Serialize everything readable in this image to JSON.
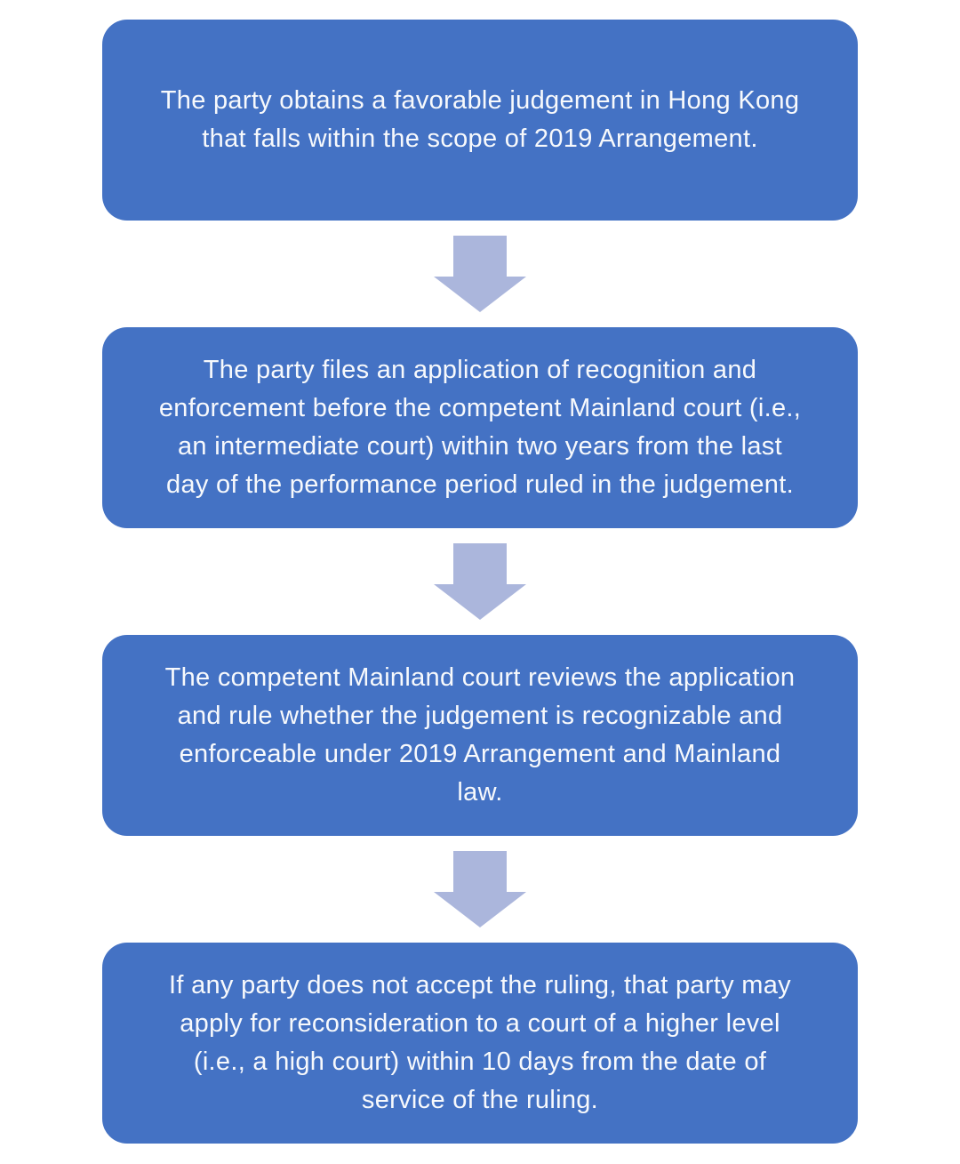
{
  "flowchart": {
    "type": "vertical-process-flow",
    "colors": {
      "box_fill": "#4472C4",
      "arrow_color": "#ABB6DC",
      "text_color": "#F7F9FC",
      "page_bg": "#FFFFFF"
    },
    "steps": [
      {
        "lines": [
          "The party obtains a favorable judgement in Hong Kong",
          "that falls within the scope of 2019 Arrangement."
        ]
      },
      {
        "lines": [
          "The party files an application of recognition and",
          "enforcement before the competent Mainland court (i.e.,",
          "an intermediate court) within two years from the last",
          "day of the performance period ruled in the judgement."
        ]
      },
      {
        "lines": [
          "The competent Mainland court reviews the application",
          "and rule whether the judgement is recognizable and",
          "enforceable under 2019 Arrangement and Mainland",
          "law."
        ]
      },
      {
        "lines": [
          "If any party does not accept the ruling, that party may",
          "apply for reconsideration to a court of a higher level",
          "(i.e., a high court) within 10 days from the date of",
          "service of the ruling."
        ]
      }
    ]
  }
}
